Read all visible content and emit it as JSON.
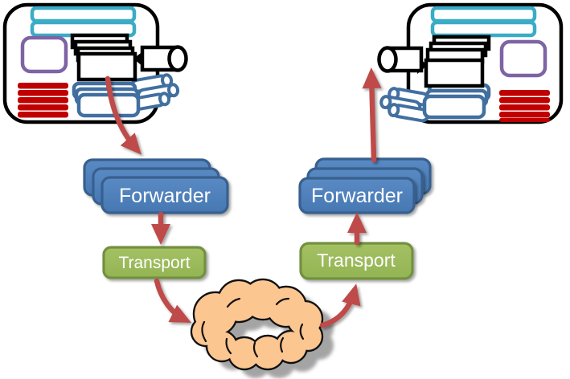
{
  "diagram": {
    "type": "data-flow-diagram",
    "description": "Two host machines exchange data: source host sends through Forwarder and Transport layers into a network cloud, then up through Transport and Forwarder into the destination host.",
    "nodes": [
      {
        "id": "source-host",
        "kind": "host-machine",
        "side": "left",
        "label": ""
      },
      {
        "id": "forwarder-left",
        "kind": "stacked-process",
        "label": "Forwarder"
      },
      {
        "id": "transport-left",
        "kind": "process",
        "label": "Transport"
      },
      {
        "id": "network-cloud",
        "kind": "cloud",
        "label": ""
      },
      {
        "id": "transport-right",
        "kind": "process",
        "label": "Transport"
      },
      {
        "id": "forwarder-right",
        "kind": "stacked-process",
        "label": "Forwarder"
      },
      {
        "id": "destination-host",
        "kind": "host-machine",
        "side": "right",
        "label": ""
      }
    ],
    "edges": [
      {
        "from": "source-host",
        "to": "forwarder-left"
      },
      {
        "from": "forwarder-left",
        "to": "transport-left"
      },
      {
        "from": "transport-left",
        "to": "network-cloud"
      },
      {
        "from": "network-cloud",
        "to": "transport-right"
      },
      {
        "from": "transport-right",
        "to": "forwarder-right"
      },
      {
        "from": "forwarder-right",
        "to": "destination-host"
      }
    ]
  },
  "labels": {
    "forwarder_left": "Forwarder",
    "forwarder_right": "Forwarder",
    "transport_left": "Transport",
    "transport_right": "Transport"
  },
  "icons": {
    "host_parts": [
      "horizontal-bars-icon",
      "panel-icon",
      "card-stack-icon",
      "pipe-icon",
      "red-disk-stack-icon",
      "tray-stack-icon",
      "pipe-bundle-icon"
    ]
  },
  "colors": {
    "arrow": "#BE4B48",
    "forwarder_fill": "#4F81BD",
    "forwarder_border": "#38618E",
    "transport_fill": "#9BBB59",
    "transport_border": "#73903F",
    "cloud_fill": "#FBC690",
    "cloud_border": "#000000",
    "host_border": "#000000",
    "accent_cyan": "#3AACC6",
    "accent_purple": "#7E63A5",
    "accent_red": "#C00000",
    "accent_blue": "#416FA0"
  }
}
